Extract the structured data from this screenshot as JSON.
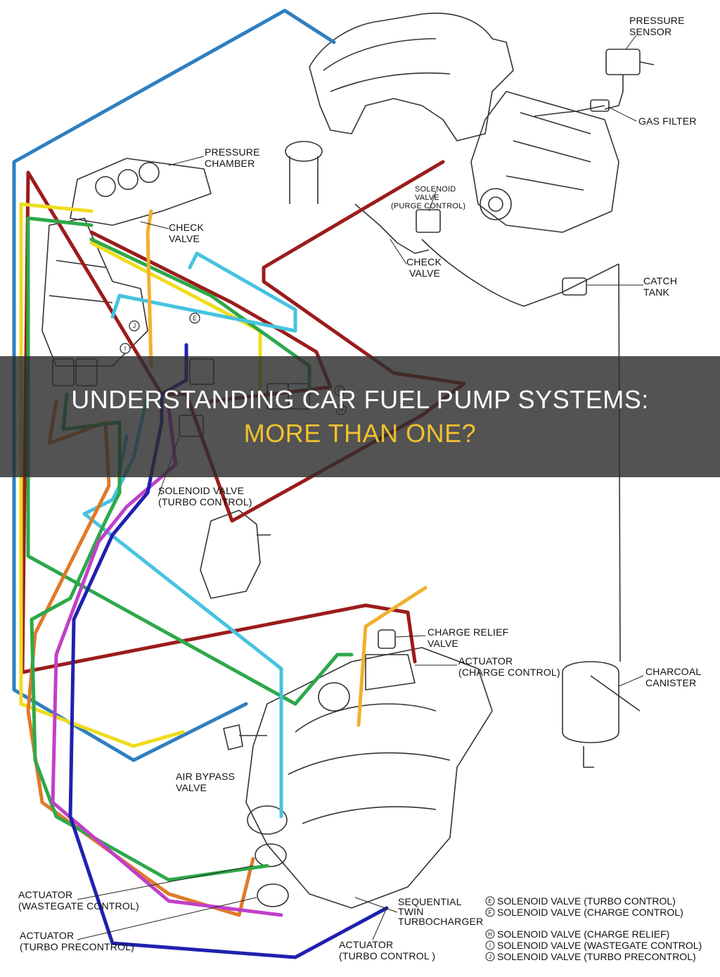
{
  "colors": {
    "red": "#9b1c1c",
    "blue": "#2f7fc0",
    "yellow": "#f0dc1e",
    "green": "#2ea84a",
    "cyan": "#46c3e0",
    "orange": "#e07a2a",
    "magenta": "#c040c8",
    "navy": "#2020b0",
    "amber": "#f0b030",
    "line": "#333333",
    "banner_bg": "#2d2d2d",
    "banner_title": "#ffffff",
    "banner_subtitle": "#f2c12e"
  },
  "labels": {
    "pressure_sensor": [
      "PRESSURE",
      "SENSOR"
    ],
    "gas_filter": "GAS FILTER",
    "pressure_chamber": [
      "PRESSURE",
      "CHAMBER"
    ],
    "solenoid_purge": [
      "SOLENOID",
      "VALVE",
      "(PURGE CONTROL)"
    ],
    "check_valve_left": [
      "CHECK",
      "VALVE"
    ],
    "check_valve_mid": [
      "CHECK",
      "VALVE"
    ],
    "catch_tank": [
      "CATCH",
      "TANK"
    ],
    "solenoid_turbo": [
      "SOLENOID VALVE",
      "(TURBO CONTROL)"
    ],
    "charge_relief": [
      "CHARGE RELIEF",
      "VALVE"
    ],
    "actuator_charge": [
      "ACTUATOR",
      "(CHARGE CONTROL)"
    ],
    "charcoal_canister": [
      "CHARCOAL",
      "CANISTER"
    ],
    "air_bypass": [
      "AIR BYPASS",
      "VALVE"
    ],
    "actuator_wastegate": [
      "ACTUATOR",
      "(WASTEGATE CONTROL)"
    ],
    "actuator_precontrol": [
      "ACTUATOR",
      "(TURBO PRECONTROL)"
    ],
    "sequential": [
      "SEQUENTIAL",
      "TWIN",
      "TURBOCHARGER"
    ],
    "actuator_turbo": [
      "ACTUATOR",
      "(TURBO CONTROL )"
    ]
  },
  "markers": [
    "E",
    "F",
    "H",
    "I",
    "J"
  ],
  "legend": [
    {
      "marker": "E",
      "text": "SOLENOID VALVE (TURBO CONTROL)"
    },
    {
      "marker": "F",
      "text": "SOLENOID VALVE (CHARGE CONTROL)"
    },
    {
      "marker": "H",
      "text": "SOLENOID VALVE (CHARGE RELIEF)"
    },
    {
      "marker": "I",
      "text": "SOLENOID VALVE (WASTEGATE CONTROL)"
    },
    {
      "marker": "J",
      "text": "SOLENOID VALVE (TURBO PRECONTROL)"
    }
  ],
  "banner": {
    "title": "UNDERSTANDING CAR FUEL PUMP SYSTEMS:",
    "subtitle": "MORE THAN ONE?"
  }
}
